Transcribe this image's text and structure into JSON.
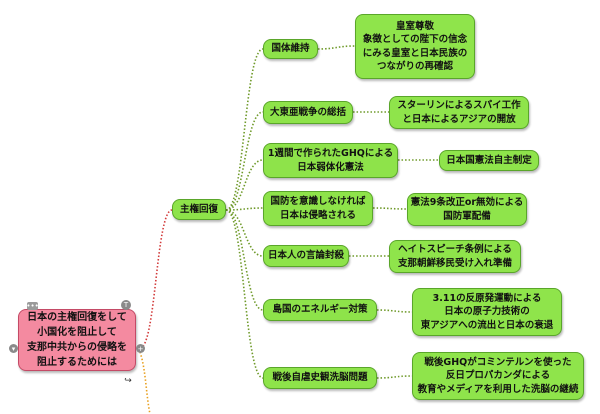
{
  "root": {
    "label": "日本の主権回復をして\n小国化を阻止して\n支那中共からの侵略を\n阻止するためには"
  },
  "main": {
    "label": "主権回復"
  },
  "branches": [
    {
      "label": "国体維持",
      "detail": "皇室尊敬\n象徴としての陛下の信念\nにみる皇室と日本民族の\nつながりの再確認"
    },
    {
      "label": "大東亜戦争の総括",
      "detail": "スターリンによるスパイ工作\nと日本によるアジアの開放"
    },
    {
      "label": "1週間で作られたGHQによる\n日本弱体化憲法",
      "detail": "日本国憲法自主制定"
    },
    {
      "label": "国防を意識しなければ\n日本は侵略される",
      "detail": "憲法9条改正or無効による\n国防軍配備"
    },
    {
      "label": "日本人の言論封殺",
      "detail": "ヘイトスピーチ条例による\n支那朝鮮移民受け入れ準備"
    },
    {
      "label": "島国のエネルギー対策",
      "detail": "3.11の反原発運動による\n日本の原子力技術の\n東アジアへの流出と日本の衰退"
    },
    {
      "label": "戦後自虐史観洗脳問題",
      "detail": "戦後GHQがコミンテルンを使った\n反日プロパカンダによる\n教育やメディアを利用した洗脳の継続"
    }
  ],
  "colors": {
    "root_fill": "#f48aa0",
    "node_fill": "#8ee34a",
    "connector_green": "#6f9a2a",
    "connector_red": "#d23a3a",
    "connector_orange": "#e8a020"
  },
  "icons": [
    "more-icon",
    "tag-icon",
    "collapse-icon",
    "expand-icon",
    "link-icon"
  ]
}
